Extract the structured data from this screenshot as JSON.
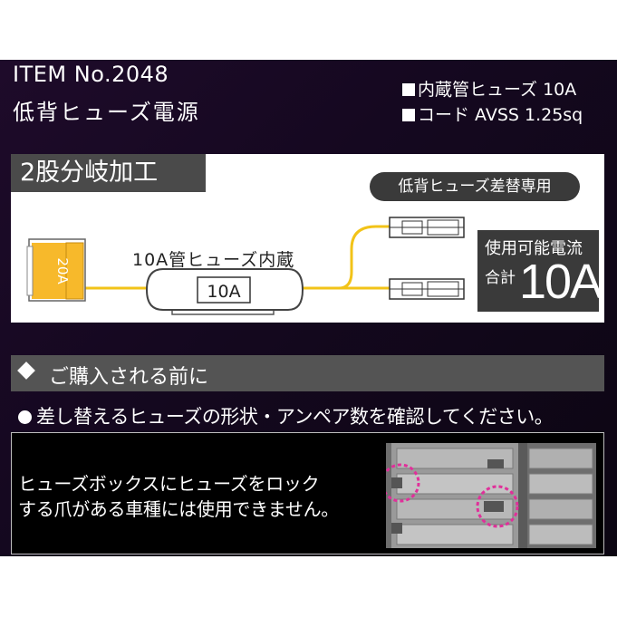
{
  "header": {
    "item_no": "ITEM No.2048",
    "product_name": "低背ヒューズ電源",
    "specs": [
      "内蔵管ヒューズ 10A",
      "コード AVSS 1.25sq"
    ]
  },
  "diagram": {
    "process_label": "2股分岐加工",
    "lowfuse_badge": "低背ヒューズ差替専用",
    "fuse_blade_text": "20A",
    "inline_fuse_label": "10A管ヒューズ内蔵",
    "inline_fuse_value": "10A",
    "total_line1": "使用可能電流",
    "total_line2": "合計",
    "total_amp": "10A",
    "colors": {
      "wire": "#f2c318",
      "fuse": "#f7b92b",
      "dark_box": "#3a3a3a"
    }
  },
  "notice": {
    "title": "ご購入される前に",
    "check_line": "差し替えるヒューズの形状・アンペア数を確認してください。",
    "warning_lines": [
      "ヒューズボックスにヒューズをロック",
      "する爪がある車種には使用できません。"
    ],
    "colors": {
      "highlight_circle": "#e0309a"
    }
  }
}
